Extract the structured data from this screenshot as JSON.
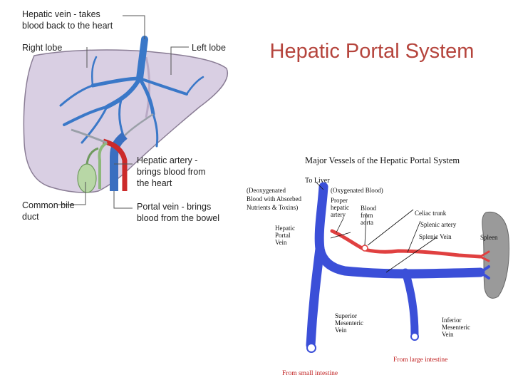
{
  "slide": {
    "title": "Hepatic Portal System",
    "colors": {
      "title": "#b5443c",
      "liver": "#d9cfe3",
      "vein_blue": "#3a78c8",
      "artery_red": "#cc2a2a",
      "portal_blue": "#3b4fd8",
      "portal_red": "#e04040"
    }
  },
  "liver_diagram": {
    "labels": {
      "hepatic_vein_line1": "Hepatic vein - takes",
      "hepatic_vein_line2": "blood back to the heart",
      "right_lobe": "Right lobe",
      "left_lobe": "Left lobe",
      "hepatic_artery_line1": "Hepatic artery -",
      "hepatic_artery_line2": "brings blood from",
      "hepatic_artery_line3": "the heart",
      "common_bile_line1": "Common bile",
      "common_bile_line2": "duct",
      "portal_vein_line1": "Portal vein - brings",
      "portal_vein_line2": "blood from the bowel"
    }
  },
  "portal_diagram": {
    "title": "Major Vessels of the Hepatic Portal System",
    "labels": {
      "to_liver": "To Liver",
      "deoxy_line1": "(Deoxygenated",
      "deoxy_line2": "Blood with Absorbed",
      "deoxy_line3": "Nutrients & Toxins)",
      "oxy": "(Oxygenated Blood)",
      "proper_line1": "Proper",
      "proper_line2": "hepatic",
      "proper_line3": "artery",
      "blood_line1": "Blood",
      "blood_line2": "from",
      "blood_line3": "aorta",
      "celiac": "Celiac trunk",
      "splenic_artery": "Splenic artery",
      "splenic_vein": "Splenic Vein",
      "spleen": "Spleen",
      "hepatic_portal_line1": "Hepatic",
      "hepatic_portal_line2": "Portal",
      "hepatic_portal_line3": "Vein",
      "superior_line1": "Superior",
      "superior_line2": "Mesenteric",
      "superior_line3": "Vein",
      "inferior_line1": "Inferior",
      "inferior_line2": "Mesenteric",
      "inferior_line3": "Vein",
      "from_large": "From large intestine",
      "from_small": "From small intestine"
    }
  }
}
